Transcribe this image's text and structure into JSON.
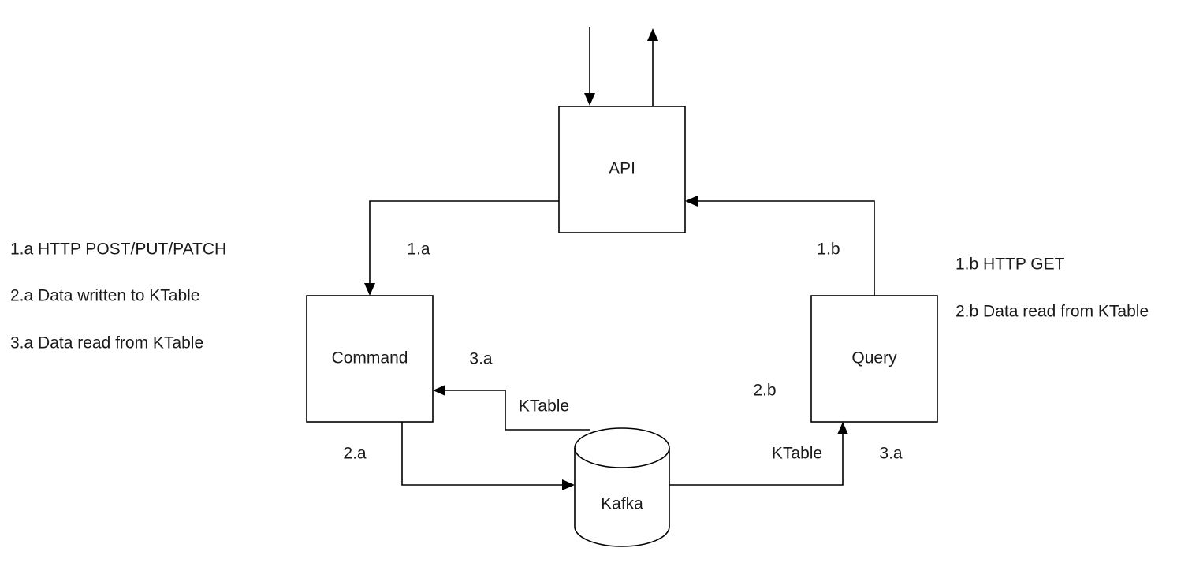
{
  "diagram": {
    "nodes": {
      "api": {
        "label": "API"
      },
      "command": {
        "label": "Command"
      },
      "query": {
        "label": "Query"
      },
      "kafka": {
        "label": "Kafka"
      }
    },
    "edge_labels": {
      "api_to_command": "1.a",
      "query_to_api": "1.b",
      "kafka_to_command_step": "3.a",
      "kafka_to_command_ktable": "KTable",
      "command_to_kafka": "2.a",
      "query_side_step": "2.b",
      "kafka_to_query_ktable": "KTable",
      "kafka_to_query_step": "3.a"
    },
    "legend_left": [
      "1.a HTTP POST/PUT/PATCH",
      "2.a Data written to KTable",
      "3.a Data read from KTable"
    ],
    "legend_right": [
      "1.b HTTP GET",
      "2.b Data read from KTable"
    ]
  }
}
